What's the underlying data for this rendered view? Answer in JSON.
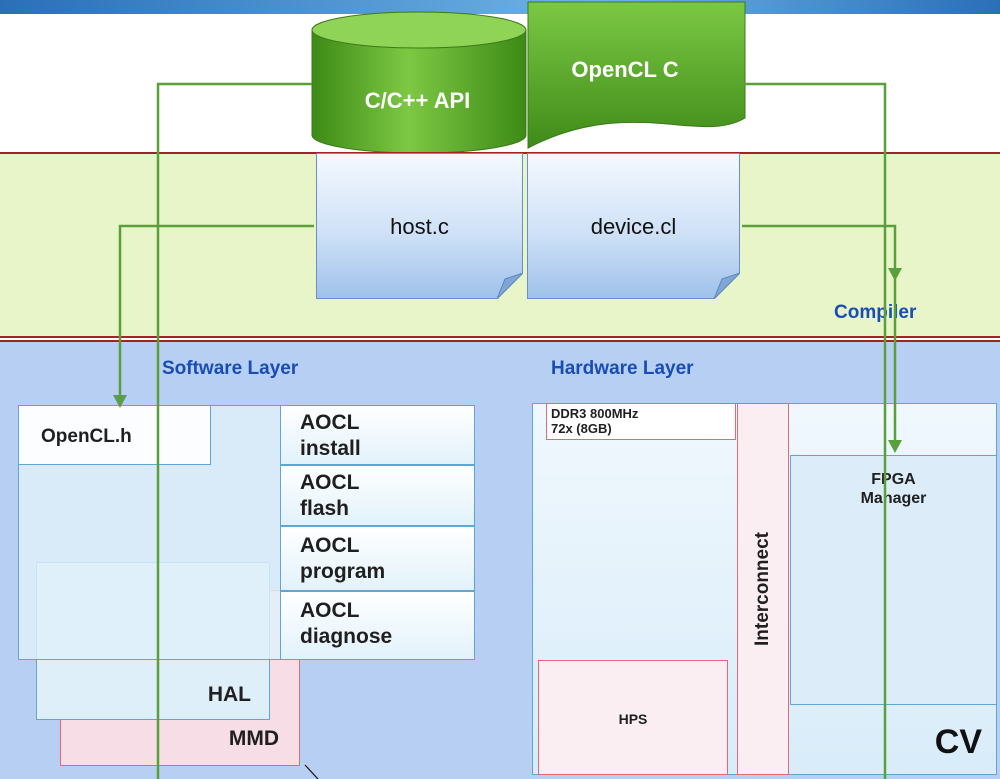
{
  "top": {
    "api_label": "C/C++ API",
    "opencl_label": "OpenCL C"
  },
  "middle": {
    "host_file": "host.c",
    "device_file": "device.cl",
    "compiler_label": "Compiler"
  },
  "software": {
    "title": "Software Layer",
    "header_file": "OpenCL.h",
    "tools": [
      {
        "line1": "AOCL",
        "line2": "install"
      },
      {
        "line1": "AOCL",
        "line2": "flash"
      },
      {
        "line1": "AOCL",
        "line2": "program"
      },
      {
        "line1": "AOCL",
        "line2": "diagnose"
      }
    ],
    "hal": "HAL",
    "mmd": "MMD"
  },
  "hardware": {
    "title": "Hardware Layer",
    "ddr_line1": "DDR3 800MHz",
    "ddr_line2": "72x (8GB)",
    "interconnect": "Interconnect",
    "fpga_line1": "FPGA",
    "fpga_line2": "Manager",
    "hps": "HPS",
    "cv": "CV"
  },
  "colors": {
    "green_fill": "#58a82a",
    "arrow": "#5aa03a",
    "title_blue": "#1a4db3",
    "red_border": "#e05a5a"
  }
}
